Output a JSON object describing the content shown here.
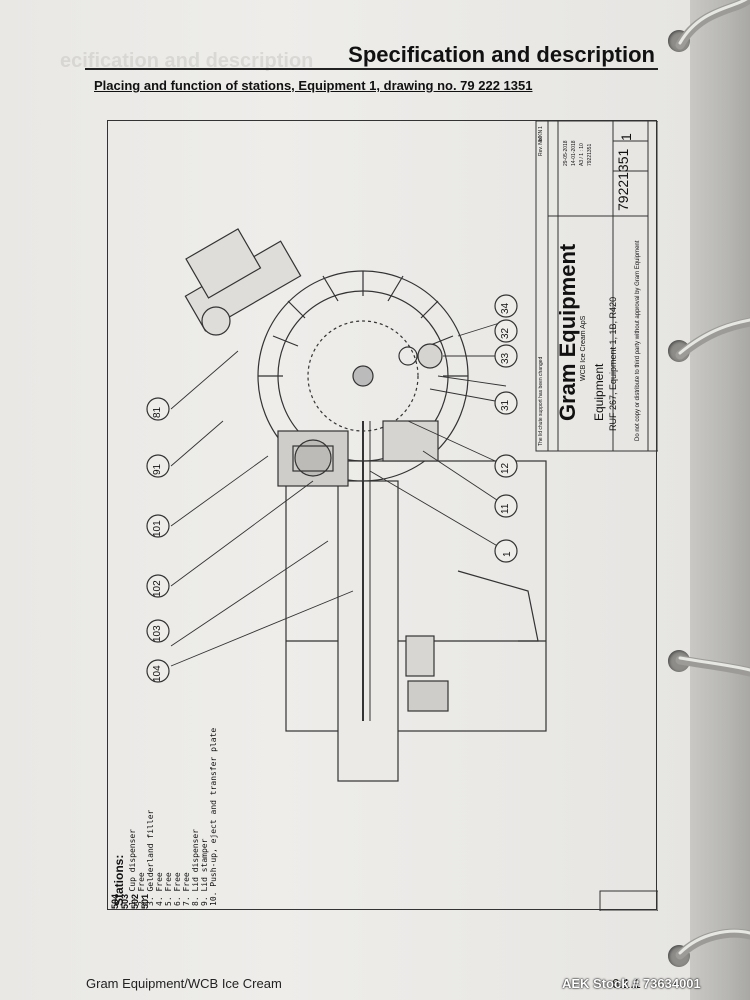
{
  "header": {
    "title": "Specification and description",
    "subtitle": "Placing and function of stations, Equipment 1, drawing no. 79 222 1351"
  },
  "stations": {
    "heading": "Stations:",
    "items": [
      "1. Cup dispenser",
      "2. Free",
      "3. Gelderland filler",
      "4. Free",
      "5. Free",
      "6. Free",
      "7. Free",
      "8. Lid dispenser",
      "9. Lid stamper",
      "10. Push-up, eject and transfer plate"
    ]
  },
  "callouts": [
    "81",
    "91",
    "101",
    "102",
    "103",
    "104",
    "34",
    "32",
    "33",
    "31",
    "12",
    "11",
    "1"
  ],
  "revision_numbers": [
    "504",
    "503",
    "502",
    "501"
  ],
  "title_block": {
    "company": "Gram Equipment",
    "customer": "WCB Ice Cream ApS",
    "name": "Equipment",
    "description": "RUF 267, Equipment 1, 1B, R420",
    "drawing_no": "79221351",
    "sheet": "1",
    "notice": "Do not copy or distribute to third party without approval by Gram Equipment",
    "revision_note": "The lid chute support has been changed",
    "rev_label": "Rev. No.",
    "rev_value": "1",
    "rev_initials": "MKN",
    "date_1": "29-05-2018",
    "date_2": "14-01-2018",
    "tolerance": "A3 / 1 : 10",
    "old_no": "79221351"
  },
  "footer": {
    "left": "Gram Equipment/WCB Ice Cream",
    "page": "6.1.1"
  },
  "watermark": "AEK Stock # 73634001"
}
